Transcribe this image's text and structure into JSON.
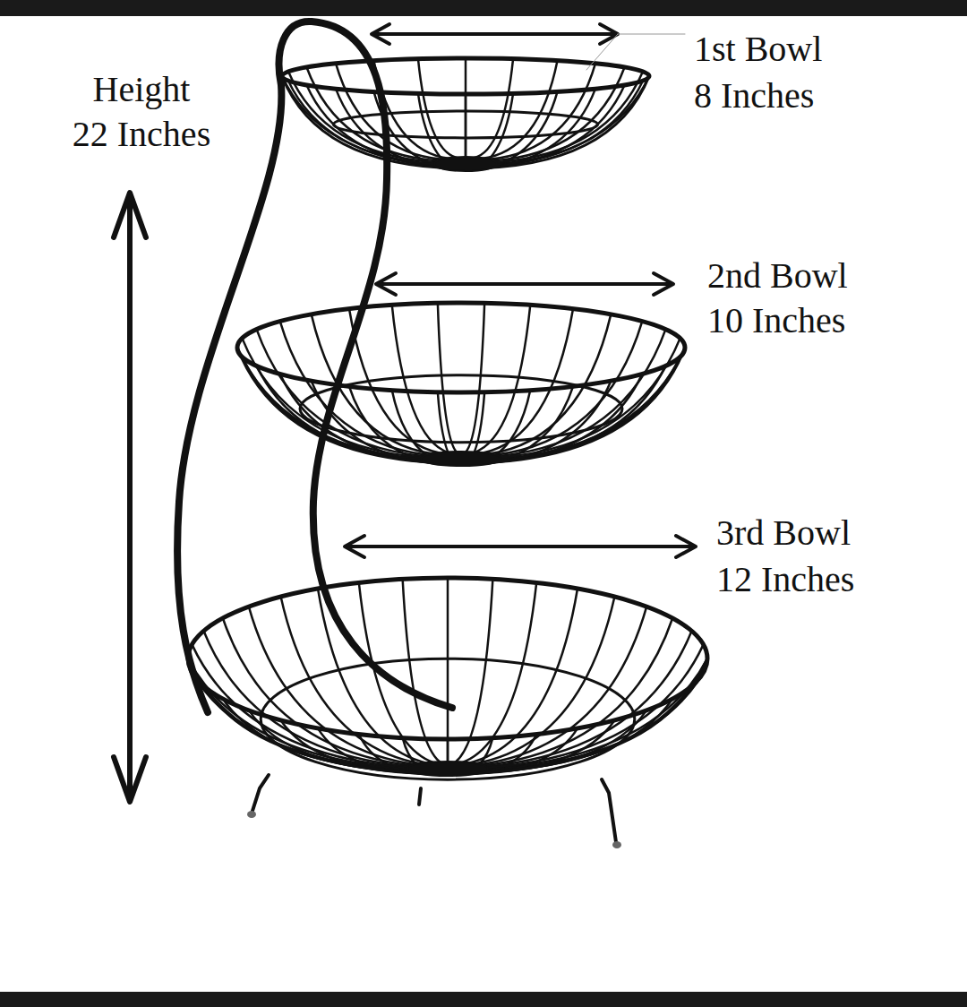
{
  "diagram": {
    "labels": [
      "Height",
      "22 Inches",
      "1st Bowl",
      "8 Inches",
      "2nd Bowl",
      "10 Inches",
      "3rd Bowl",
      "12 Inches"
    ]
  }
}
